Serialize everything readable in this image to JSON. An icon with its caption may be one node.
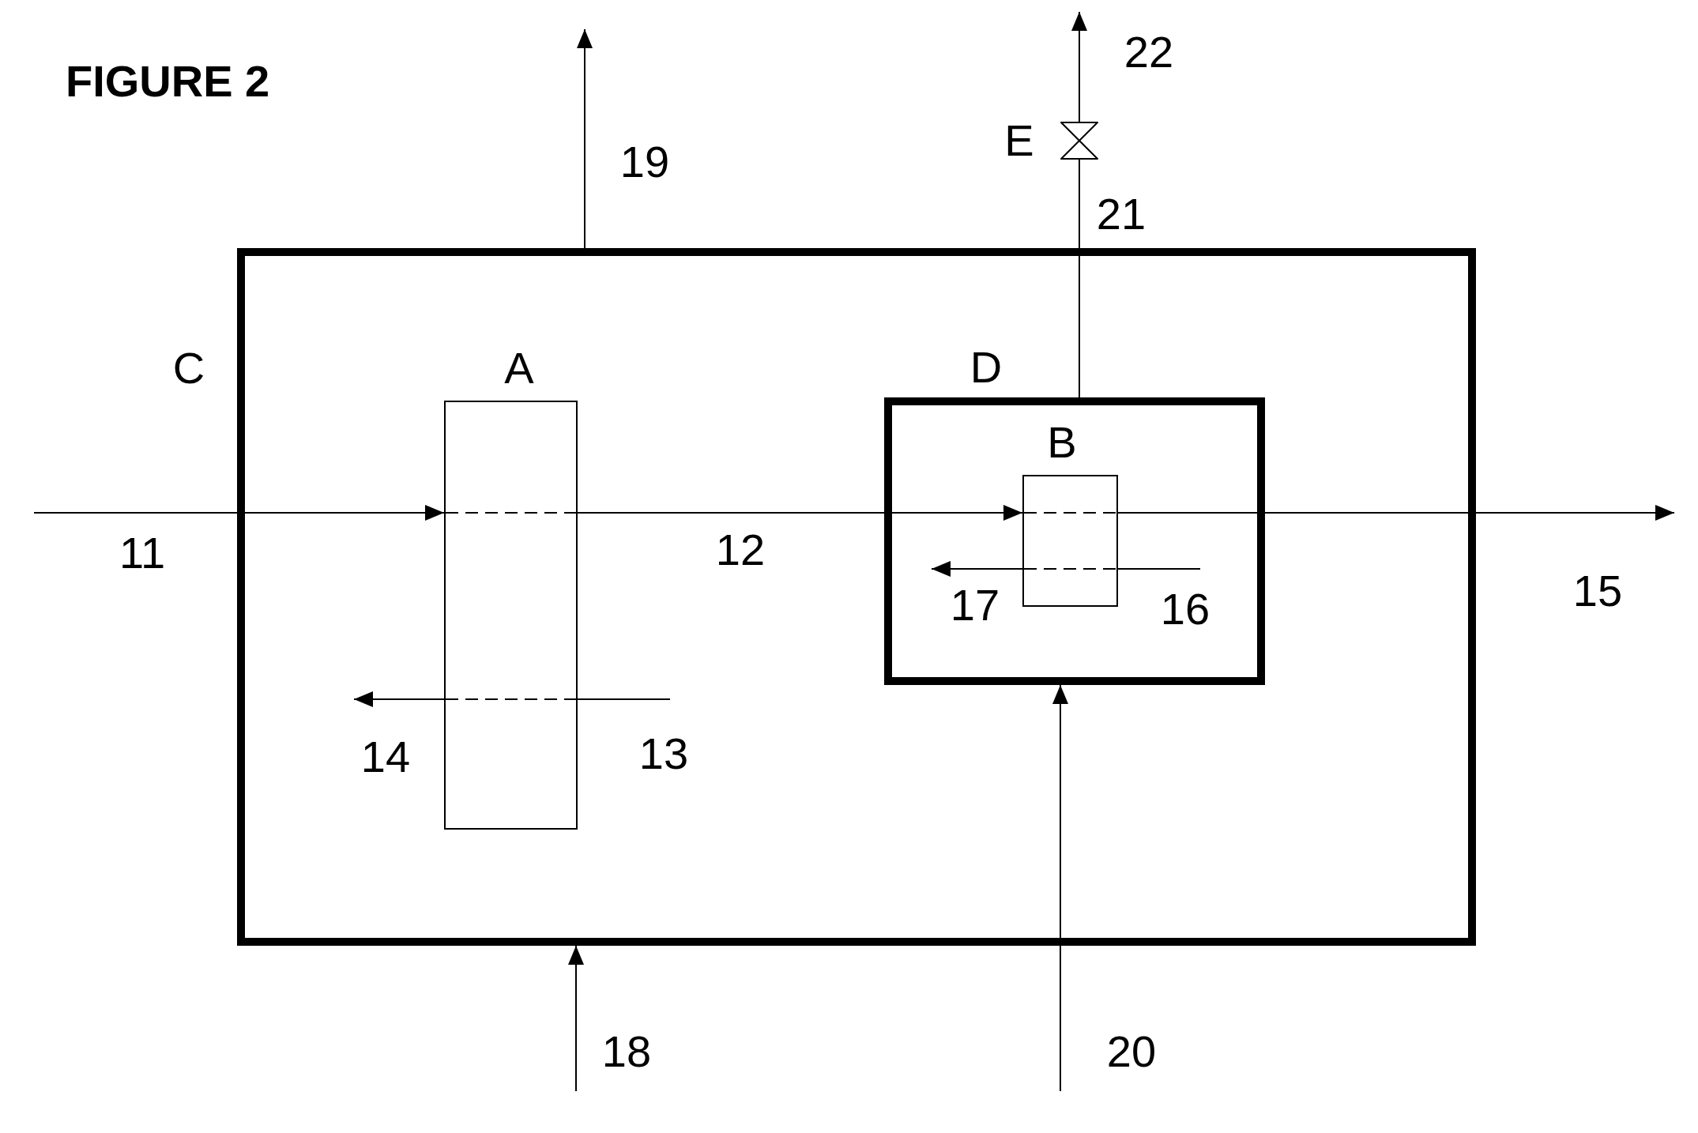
{
  "diagram": {
    "title": "FIGURE 2",
    "nodes": [
      {
        "text": [
          "C"
        ]
      },
      {
        "text": [
          "A"
        ],
        "in": 0
      },
      {
        "text": [
          "D"
        ],
        "in": 0
      },
      {
        "text": [
          "B"
        ],
        "in": 2
      },
      {
        "text": [
          "E"
        ]
      }
    ],
    "edges": [
      {
        "from": null,
        "to": 1,
        "arrow": "to",
        "label": "11"
      },
      {
        "from": 1,
        "to": 3,
        "arrow": "to",
        "label": "12"
      },
      {
        "from": null,
        "to": 1,
        "arrow": "none",
        "label": "13"
      },
      {
        "from": 1,
        "to": null,
        "arrow": "to",
        "label": "14"
      },
      {
        "from": 3,
        "to": null,
        "arrow": "to",
        "label": "15"
      },
      {
        "from": null,
        "to": 3,
        "arrow": "none",
        "label": "16"
      },
      {
        "from": 3,
        "to": null,
        "arrow": "to",
        "label": "17"
      },
      {
        "from": null,
        "to": 0,
        "arrow": "to",
        "label": "18"
      },
      {
        "from": 0,
        "to": null,
        "arrow": "to",
        "label": "19"
      },
      {
        "from": null,
        "to": 2,
        "arrow": "to",
        "label": "20"
      },
      {
        "from": 2,
        "to": 4,
        "arrow": "none",
        "label": "21"
      },
      {
        "from": 4,
        "to": null,
        "arrow": "to",
        "label": "22"
      }
    ]
  }
}
